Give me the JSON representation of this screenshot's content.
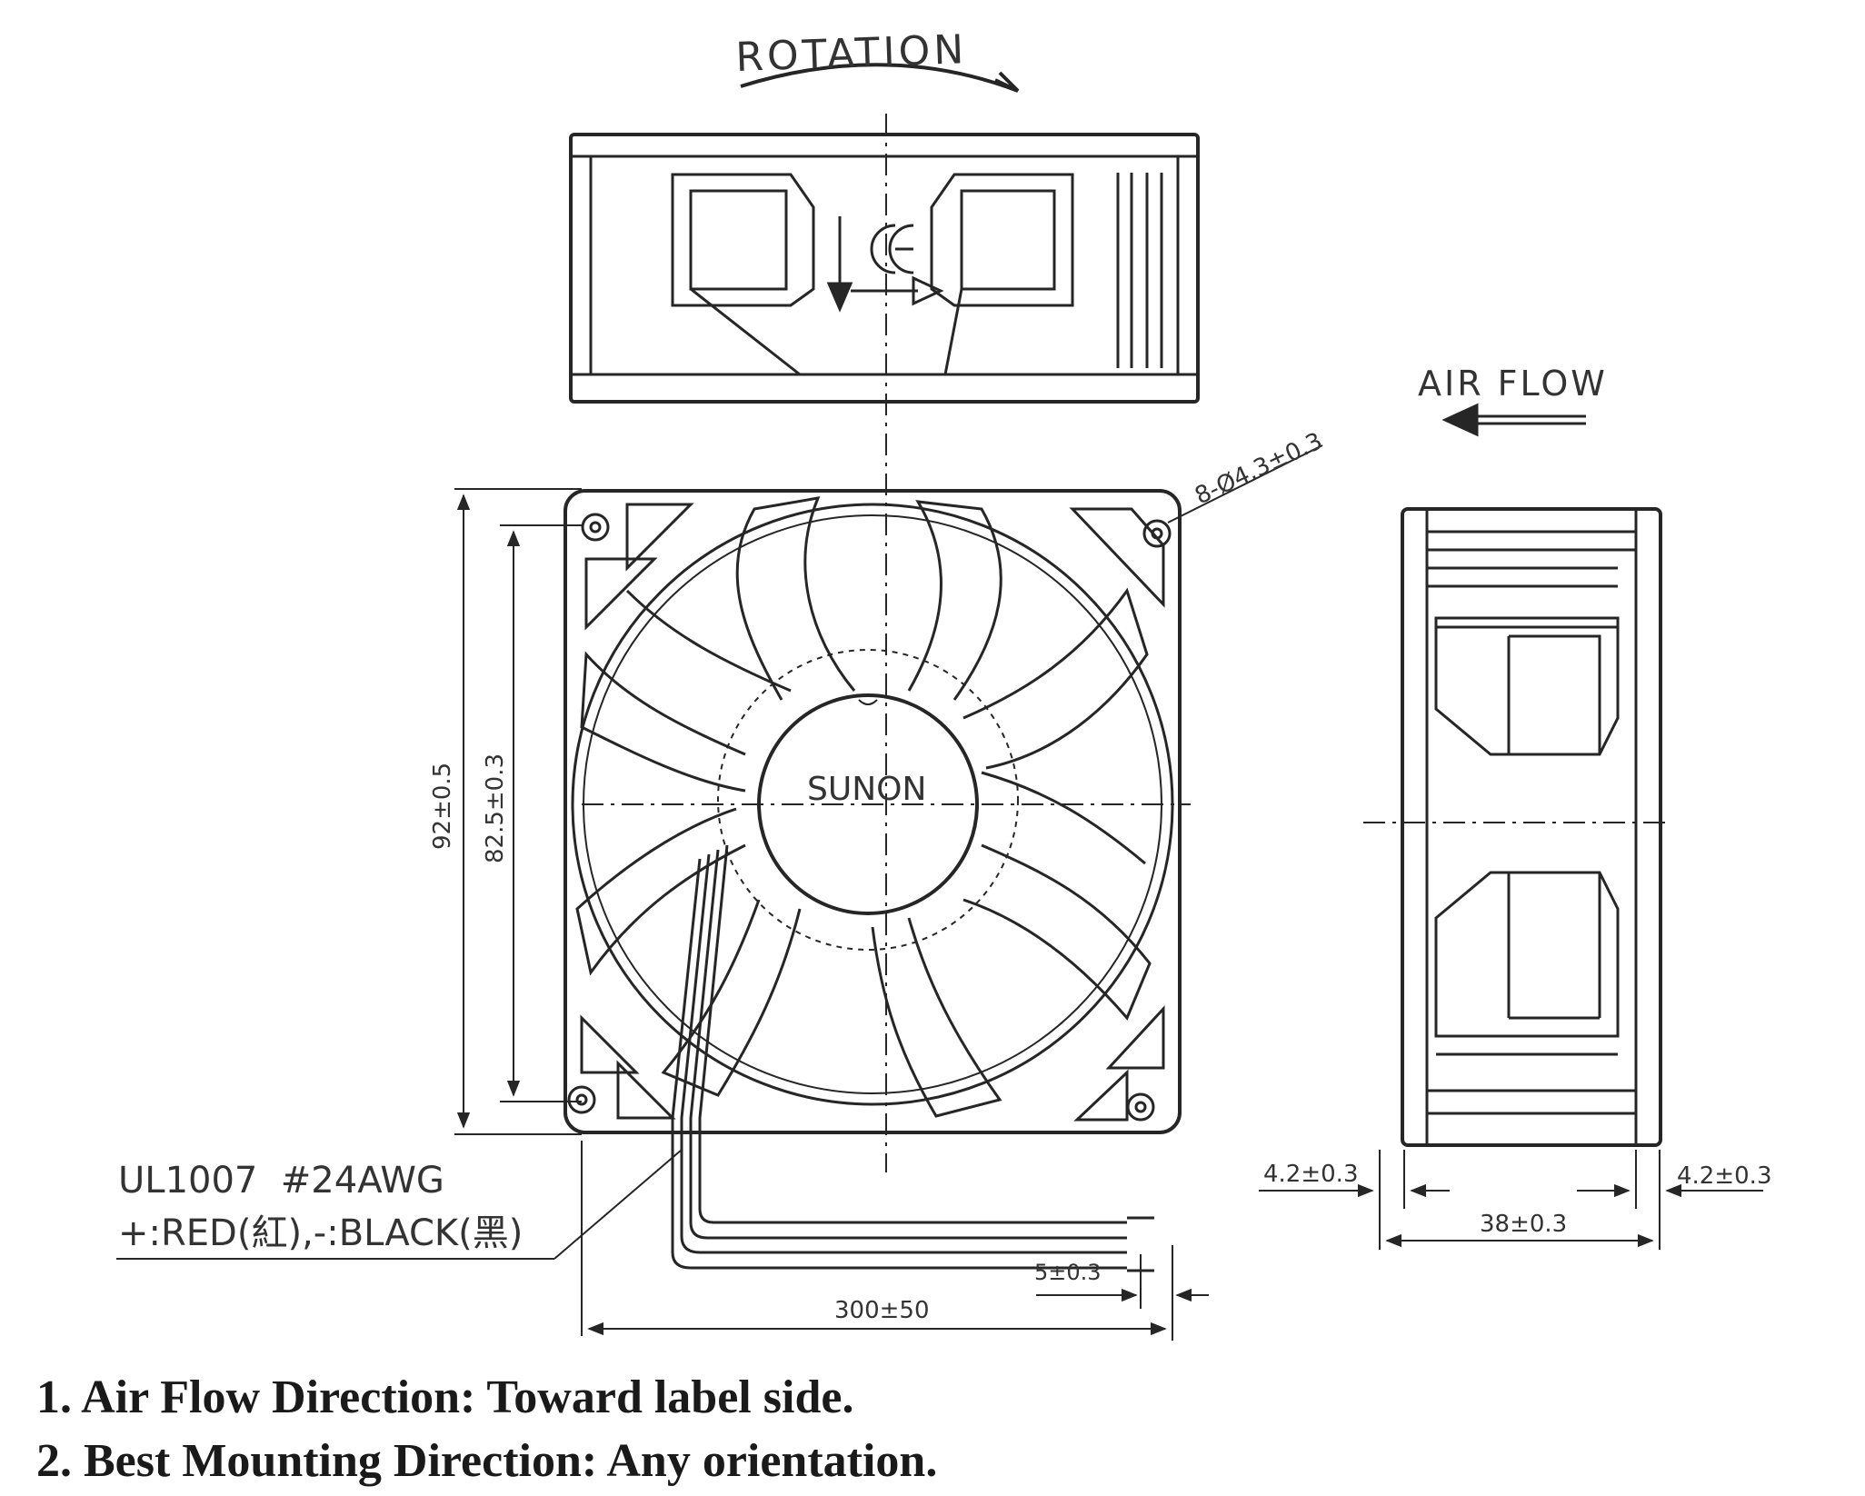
{
  "labels": {
    "rotation": "ROTATION",
    "air_flow": "AIR FLOW",
    "brand": "SUNON",
    "hole_spec": "8-Ø4.3±0.3",
    "dim_height": "92±0.5",
    "dim_hole_pitch": "82.5±0.3",
    "dim_depth": "38±0.3",
    "dim_flange_left": "4.2±0.3",
    "dim_flange_right": "4.2±0.3",
    "dim_lead_length": "300±50",
    "dim_strip": "5±0.3",
    "wire_spec": "UL1007  #24AWG",
    "wire_colors": "+:RED(紅),-:BLACK(黑)"
  },
  "notes": [
    "1. Air Flow Direction: Toward label side.",
    "2. Best Mounting Direction: Any orientation."
  ],
  "colors": {
    "line": "#262626",
    "paper": "#ffffff"
  }
}
